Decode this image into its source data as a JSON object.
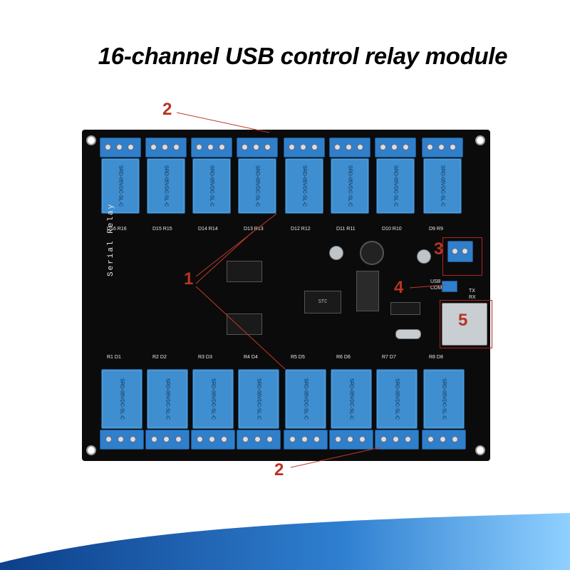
{
  "title": "16-channel USB control relay module",
  "board_label": "Serial Relay",
  "relay_text": "SRD-05VDC-SL-C",
  "callouts": {
    "c1": "1",
    "c2_top": "2",
    "c2_bottom": "2",
    "c3": "3",
    "c4": "4",
    "c5": "5"
  },
  "top_labels": [
    "D16 R16",
    "D15 R15",
    "D14 R14",
    "D13 R13",
    "D12 R12",
    "D11 R11",
    "D10 R10",
    "D9 R9"
  ],
  "bottom_labels": [
    "R1 D1",
    "R2 D2",
    "R3 D3",
    "R4 D4",
    "R5 D5",
    "R6 D6",
    "R7 D7",
    "R8 D8"
  ],
  "chip_label": "STC",
  "small_labels": {
    "usb": "USB",
    "com": "COM",
    "tx": "TX",
    "rx": "RX"
  },
  "colors": {
    "board": "#0b0b0b",
    "relay": "#3e8ed0",
    "callout": "#b83323",
    "wave": "#2f7fd0"
  }
}
